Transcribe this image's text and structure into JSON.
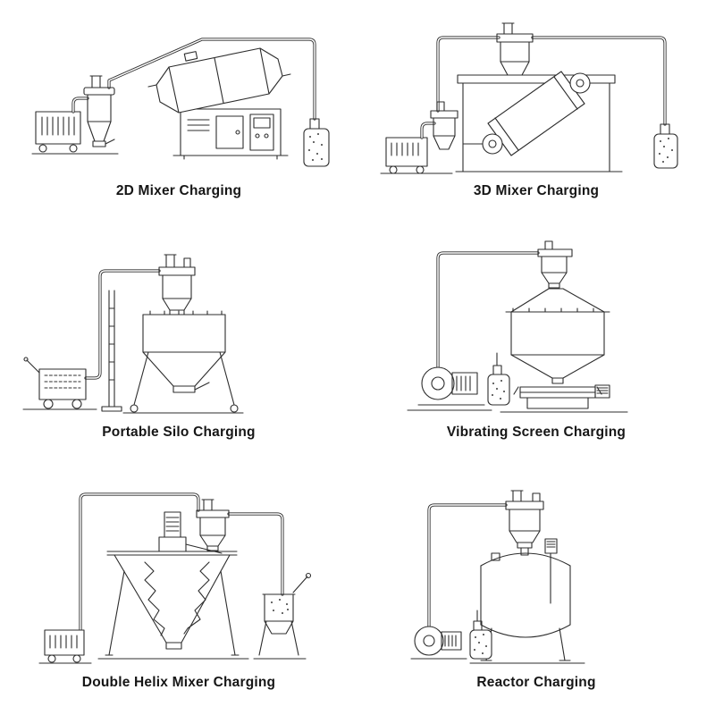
{
  "page": {
    "background": "#ffffff",
    "line_color": "#2d2d2d",
    "text_color": "#161616"
  },
  "diagrams": [
    {
      "id": "2d-mixer",
      "caption": "2D Mixer Charging"
    },
    {
      "id": "3d-mixer",
      "caption": "3D Mixer Charging"
    },
    {
      "id": "portable-silo",
      "caption": "Portable Silo Charging"
    },
    {
      "id": "vibrating-screen",
      "caption": "Vibrating Screen Charging"
    },
    {
      "id": "double-helix-mixer",
      "caption": "Double Helix Mixer Charging"
    },
    {
      "id": "reactor",
      "caption": "Reactor Charging"
    }
  ]
}
